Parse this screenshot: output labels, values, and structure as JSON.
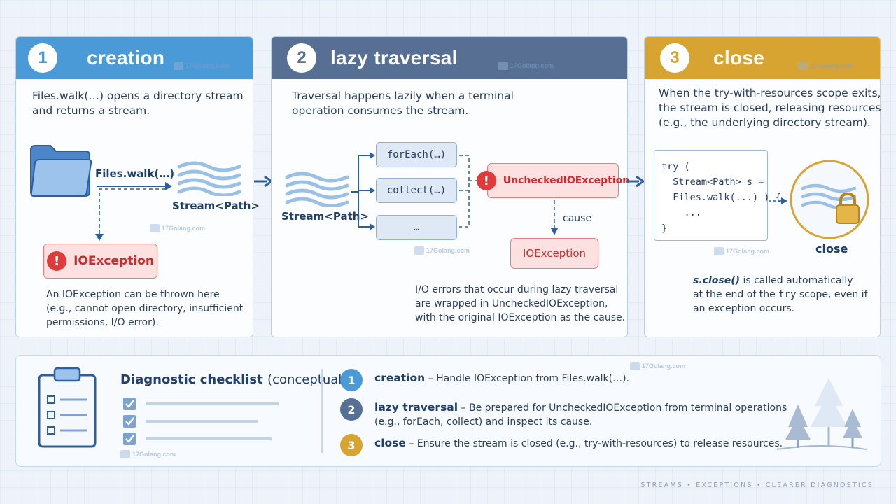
{
  "panels": [
    {
      "number": "1",
      "title": "creation",
      "color": "#4b9ad8",
      "description_line1": "Files.walk(…) opens a directory stream",
      "description_line2": "and returns a stream.",
      "call_label": "Files.walk(…)",
      "stream_label": "Stream<Path>",
      "error_label": "IOException",
      "note_line1": "An IOException can be thrown here",
      "note_line2": "(e.g., cannot open directory, insufficient",
      "note_line3": "permissions, I/O error)."
    },
    {
      "number": "2",
      "title": "lazy traversal",
      "color": "#566f92",
      "description_line1": "Traversal happens lazily when a terminal",
      "description_line2": "operation consumes the stream.",
      "stream_label": "Stream<Path>",
      "operations": [
        "forEach(…)",
        "collect(…)",
        "…"
      ],
      "wrapper_label": "UncheckedIOException",
      "cause_label": "cause",
      "cause_error_label": "IOException",
      "note_line1": "I/O errors that occur during lazy traversal",
      "note_line2": "are wrapped in UncheckedIOException,",
      "note_line3": "with the original IOException as the cause."
    },
    {
      "number": "3",
      "title": "close",
      "color": "#d7a431",
      "description_line1": "When the try-with-resources scope exits,",
      "description_line2": "the stream is closed, releasing resources",
      "description_line3": "(e.g., the underlying directory stream).",
      "code_lines": [
        "try (",
        "  Stream<Path> s =",
        "  Files.walk(...) ) {",
        "    ...",
        "}"
      ],
      "close_label": "close",
      "note_bold": "s.close()",
      "note_rest1": " is called automatically",
      "note_line2_pre": "at the end of the ",
      "note_try": "try",
      "note_line2_post": " scope, even if",
      "note_line3": "an exception occurs."
    }
  ],
  "checklist": {
    "title": "Diagnostic checklist",
    "title_suffix": "(conceptual)",
    "items": [
      {
        "number": "1",
        "name": "creation",
        "text": " – Handle IOException from Files.walk(…).",
        "color": "#4b9ad8"
      },
      {
        "number": "2",
        "name": "lazy traversal",
        "text": " – Be prepared for UncheckedIOException from terminal operations",
        "text2": "(e.g., forEach, collect) and inspect its cause.",
        "color": "#566f92"
      },
      {
        "number": "3",
        "name": "close",
        "text": " – Ensure the stream is closed (e.g., try-with-resources) to release resources.",
        "color": "#d7a431"
      }
    ]
  },
  "watermark": "17Golang.com",
  "footer": "STREAMS • EXCEPTIONS • CLEARER DIAGNOSTICS"
}
